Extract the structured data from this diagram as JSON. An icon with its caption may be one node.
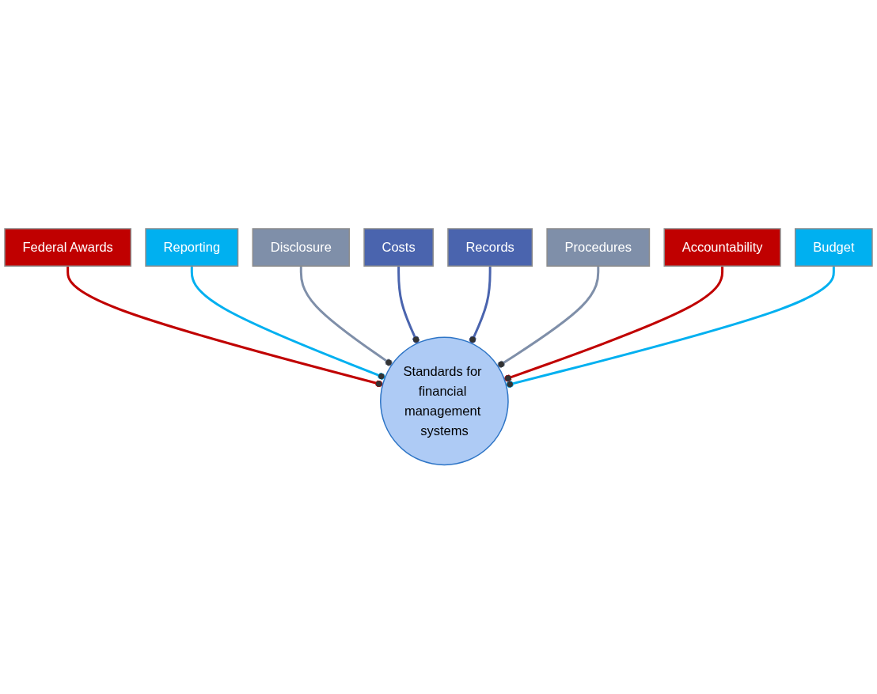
{
  "diagram": {
    "nodes": [
      {
        "text": [
          "Federal Awards"
        ]
      },
      {
        "text": [
          "Reporting"
        ]
      },
      {
        "text": [
          "Disclosure"
        ]
      },
      {
        "text": [
          "Standards for financial management systems"
        ]
      },
      {
        "text": [
          "Costs"
        ]
      },
      {
        "text": [
          "Records"
        ]
      },
      {
        "text": [
          "Procedures"
        ]
      },
      {
        "text": [
          "Accountability"
        ]
      },
      {
        "text": [
          "Budget"
        ]
      }
    ],
    "edges": [
      {
        "from": 0,
        "to": 3,
        "arrow": "other",
        "color": "#c00000"
      },
      {
        "from": 1,
        "to": 3,
        "arrow": "other",
        "color": "#00b0f0"
      },
      {
        "from": 2,
        "to": 3,
        "arrow": "other",
        "color": "#7f8fa9"
      },
      {
        "from": 4,
        "to": 3,
        "arrow": "other",
        "color": "#4a64ae"
      },
      {
        "from": 5,
        "to": 3,
        "arrow": "other",
        "color": "#4a64ae"
      },
      {
        "from": 6,
        "to": 3,
        "arrow": "other",
        "color": "#7f8fa9"
      },
      {
        "from": 7,
        "to": 3,
        "arrow": "other",
        "color": "#c00000"
      },
      {
        "from": 8,
        "to": 3,
        "arrow": "other",
        "color": "#00b0f0"
      }
    ]
  }
}
